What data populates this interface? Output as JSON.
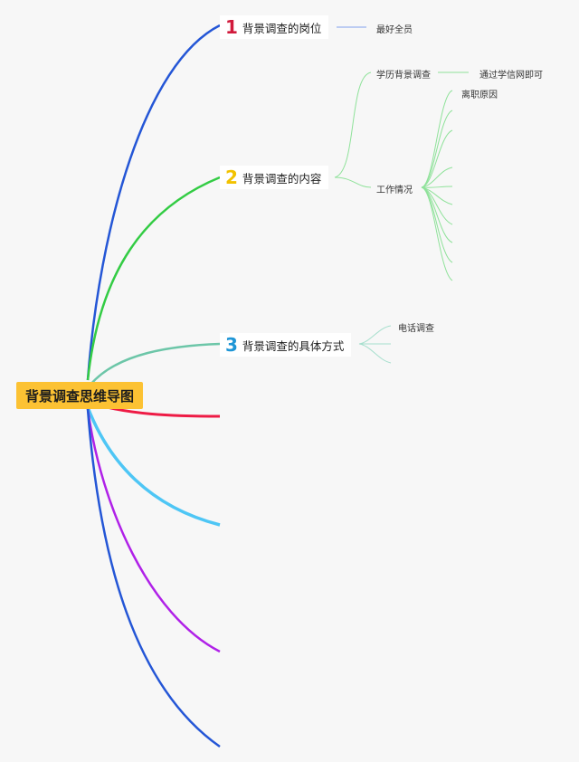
{
  "root": {
    "label": "背景调查思维导图"
  },
  "branches": [
    {
      "number": "1",
      "number_color": "#d11a3c",
      "label": "背景调查的岗位",
      "color": "#2456d6",
      "children": [
        {
          "label": "最好全员"
        }
      ]
    },
    {
      "number": "2",
      "number_color": "#f2c200",
      "label": "背景调查的内容",
      "color": "#33cc44",
      "children": [
        {
          "label": "学历背景调查",
          "children": [
            {
              "label": "通过学信网即可"
            }
          ]
        },
        {
          "label": "工作情况",
          "children": [
            {
              "label": "离职原因"
            }
          ]
        }
      ]
    },
    {
      "number": "3",
      "number_color": "#1f96d6",
      "label": "背景调查的具体方式",
      "color": "#6cc6a8",
      "children": [
        {
          "label": "电话调查"
        }
      ]
    }
  ],
  "colors": {
    "red_branch": "#ee1b45",
    "cyan_branch": "#4ec6f5",
    "purple_branch": "#b021e8",
    "blue_branch": "#2456d6",
    "leaf_line_blue": "#a9bdf0",
    "leaf_line_green": "#8fe29a",
    "leaf_line_teal": "#a6dfcd"
  }
}
